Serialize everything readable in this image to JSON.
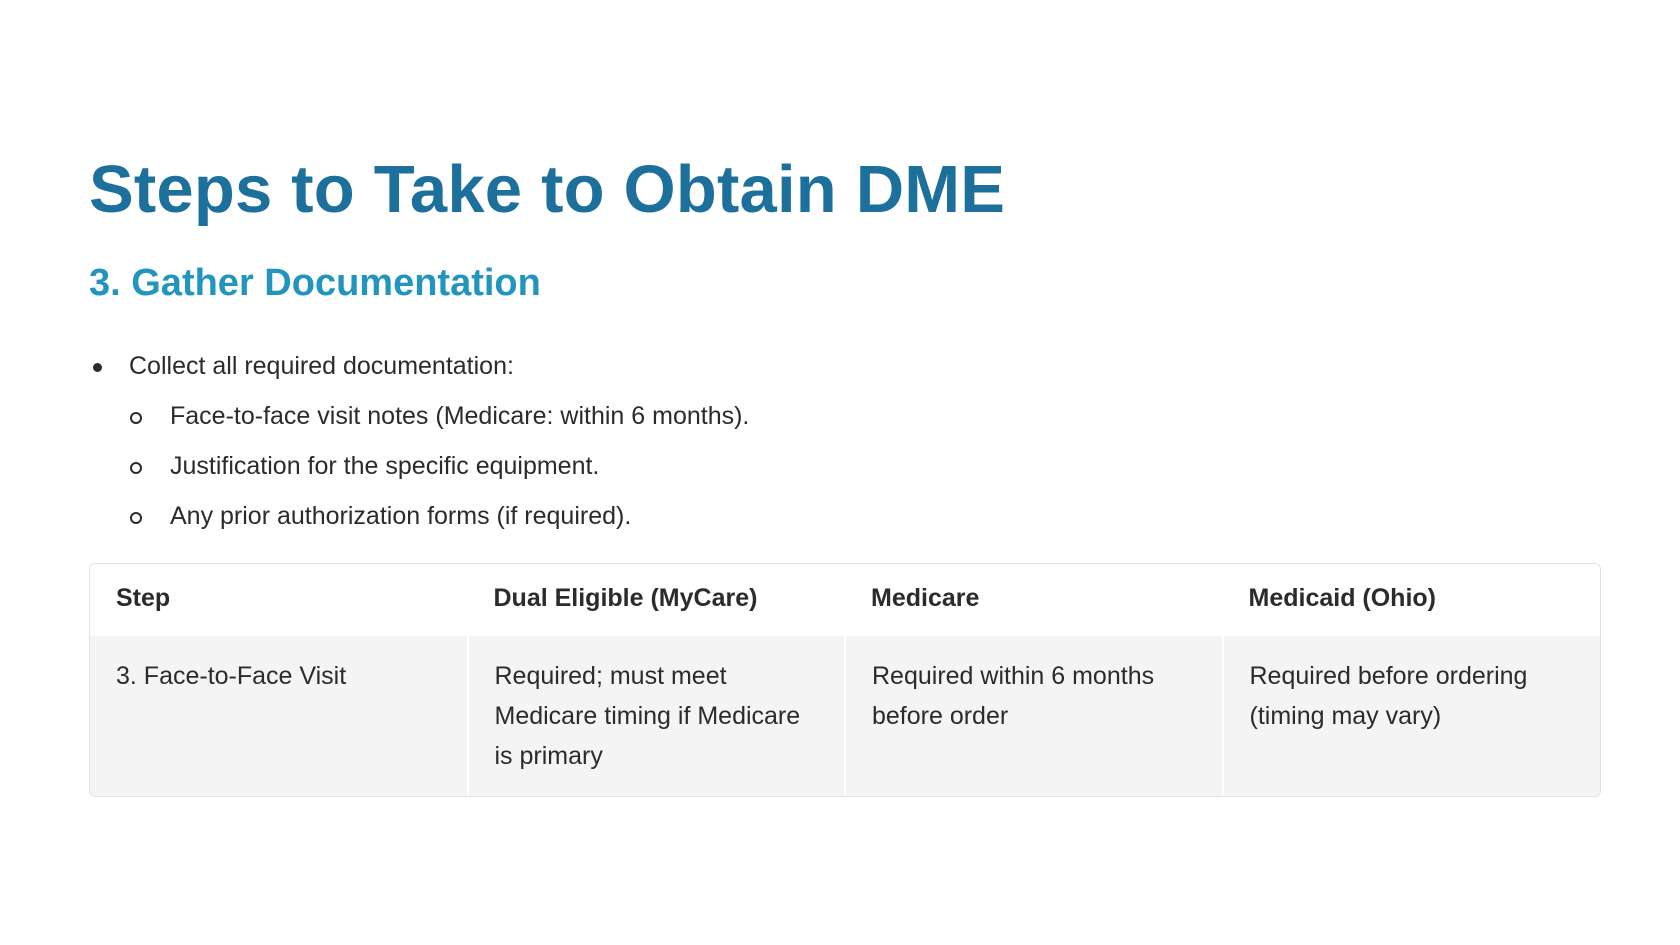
{
  "title": "Steps to Take to Obtain DME",
  "subtitle": "3. Gather Documentation",
  "bullets": {
    "main": "Collect all required documentation:",
    "sub": [
      "Face-to-face visit notes (Medicare: within 6 months).",
      "Justification for the specific equipment.",
      "Any prior authorization forms (if required)."
    ]
  },
  "table": {
    "headers": [
      "Step",
      "Dual Eligible (MyCare)",
      "Medicare",
      "Medicaid (Ohio)"
    ],
    "rows": [
      [
        "3. Face-to-Face Visit",
        "Required; must meet Medicare timing if Medicare is primary",
        "Required within 6 months before order",
        "Required before ordering (timing may vary)"
      ]
    ]
  },
  "colors": {
    "title": "#1d6f9c",
    "subtitle": "#2195bd",
    "text": "#2b2b2b",
    "row_bg": "#f4f4f4"
  }
}
